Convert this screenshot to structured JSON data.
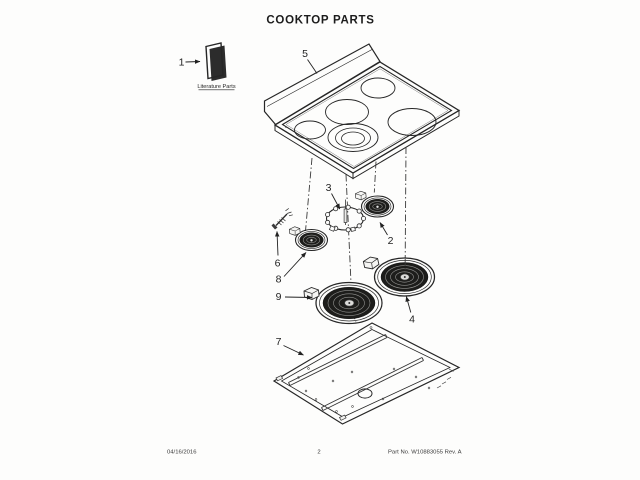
{
  "title": "COOKTOP PARTS",
  "literature": {
    "callout": "1",
    "caption": "Literature Parts"
  },
  "callouts": {
    "c2": "2",
    "c3": "3",
    "c4": "4",
    "c5": "5",
    "c6": "6",
    "c7": "7",
    "c8": "8",
    "c9": "9"
  },
  "footer": {
    "date": "04/16/2016",
    "page": "2",
    "part_no": "Part No. W10883055  Rev. A"
  }
}
